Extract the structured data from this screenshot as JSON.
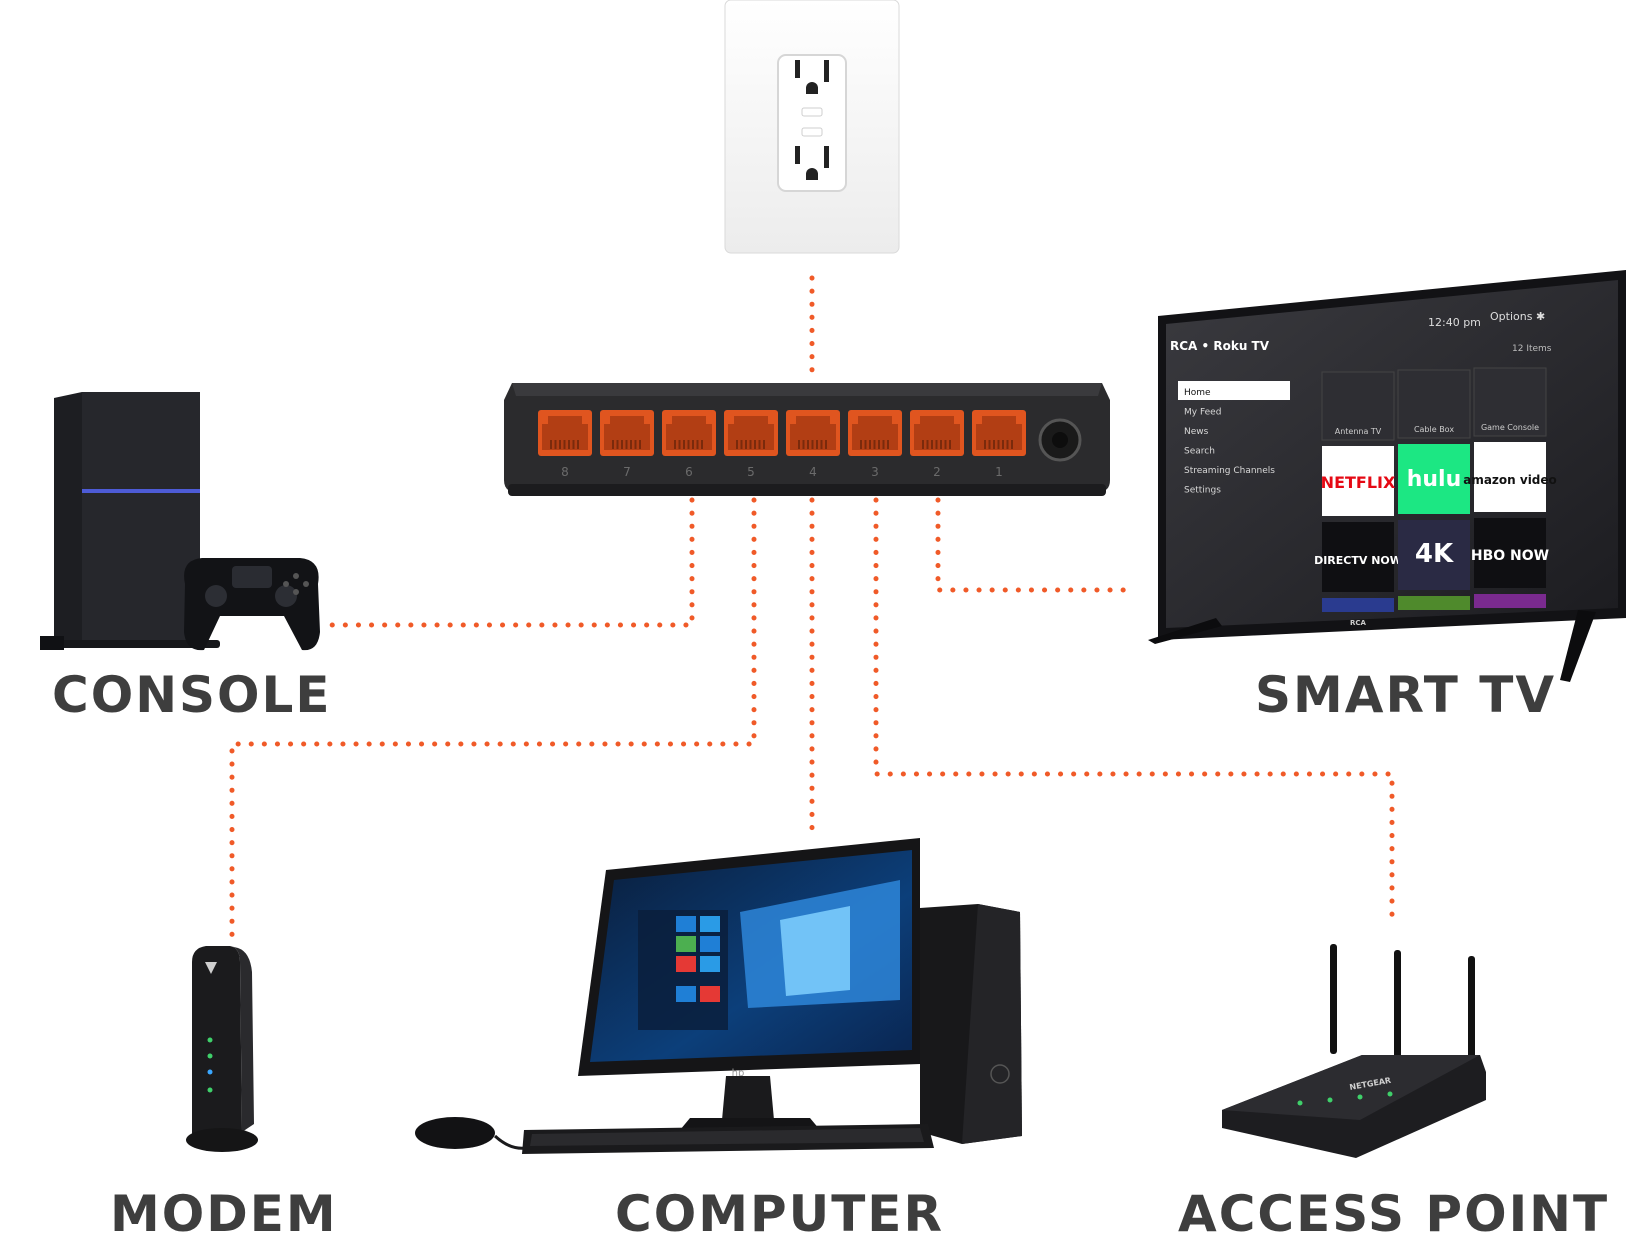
{
  "colors": {
    "link": "#f05a28",
    "label": "#3e3e3e",
    "device_dark": "#1f1f22",
    "port": "#e0551f"
  },
  "labels": {
    "console": "CONSOLE",
    "smart_tv": "SMART TV",
    "modem": "MODEM",
    "computer": "COMPUTER",
    "access_point": "ACCESS POINT"
  },
  "switch": {
    "port_numbers": [
      "8",
      "7",
      "6",
      "5",
      "4",
      "3",
      "2",
      "1"
    ]
  },
  "tv": {
    "brand": "RCA • Roku TV",
    "time": "12:40 pm",
    "options": "Options ✱",
    "items_count": "12 Items",
    "menu": [
      "Home",
      "My Feed",
      "News",
      "Search",
      "Streaming Channels",
      "Settings"
    ],
    "tiles_top": [
      "Antenna TV",
      "Cable Box",
      "Game Console"
    ],
    "apps": [
      "NETFLIX",
      "hulu",
      "amazon video",
      "DIRECTV NOW",
      "4K",
      "HBO NOW"
    ],
    "bezel_logo": "RCA"
  },
  "access_point": {
    "brand": "NETGEAR"
  },
  "computer": {
    "brand": "hp"
  },
  "icons": [
    "wall-outlet-icon",
    "network-switch-icon",
    "game-console-icon",
    "smart-tv-icon",
    "cable-modem-icon",
    "desktop-computer-icon",
    "wifi-router-icon"
  ]
}
